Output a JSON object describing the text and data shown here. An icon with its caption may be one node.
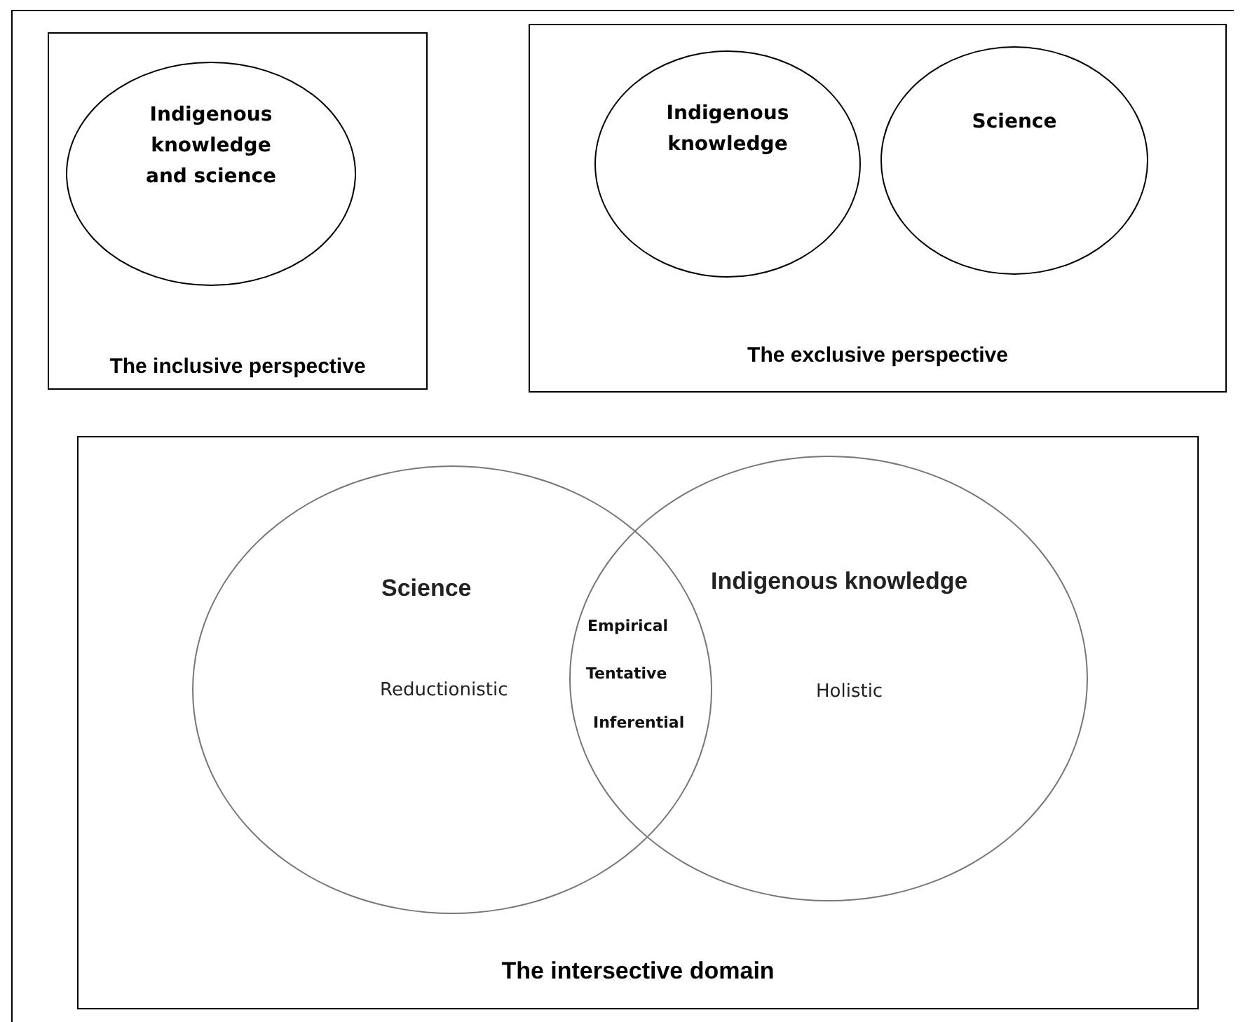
{
  "diagram": {
    "nodes": [
      {
        "text": [
          "The inclusive perspective"
        ]
      },
      {
        "text": [
          "Indigenous knowledge and science"
        ],
        "in": 0
      },
      {
        "text": [
          "The exclusive perspective"
        ]
      },
      {
        "text": [
          "Indigenous knowledge"
        ],
        "in": 2
      },
      {
        "text": [
          "Science"
        ],
        "in": 2
      },
      {
        "text": [
          "The intersective domain"
        ]
      },
      {
        "text": [
          "Science",
          "Reductionistic"
        ],
        "in": 5
      },
      {
        "text": [
          "Indigenous knowledge",
          "Holistic"
        ],
        "in": 5
      },
      {
        "text": [
          "Empirical",
          "Tentative",
          "Inferential"
        ]
      }
    ]
  }
}
